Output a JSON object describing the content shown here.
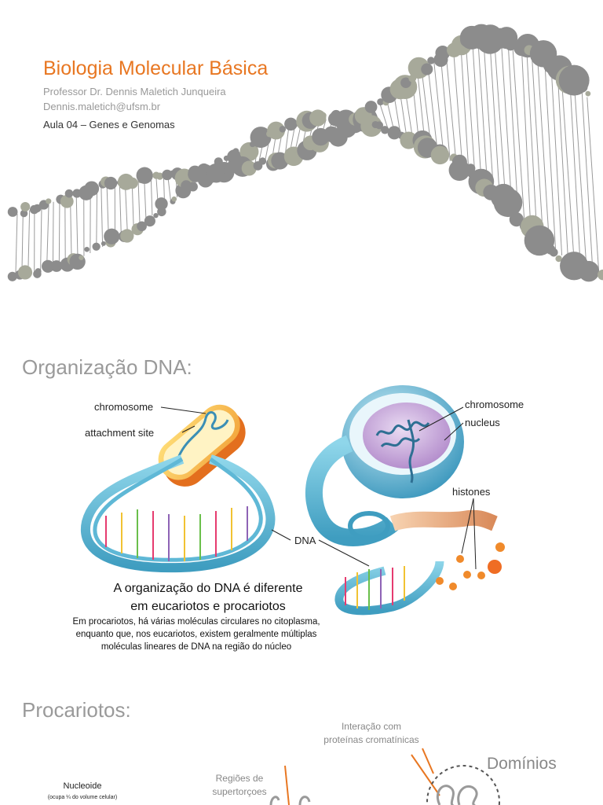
{
  "slide1": {
    "title": "Biologia Molecular Básica",
    "professor": "Professor Dr. Dennis Maletich Junqueira",
    "email": "Dennis.maletich@ufsm.br",
    "lesson": "Aula 04 – Genes e Genomas",
    "colors": {
      "accent": "#e87722",
      "helix": "#8c8c8c",
      "node_light": "#a7a99a"
    }
  },
  "slide2": {
    "section_title": "Organização DNA:",
    "labels": {
      "chromosome_left": "chromosome",
      "attachment_site": "attachment site",
      "chromosome_right": "chromosome",
      "nucleus": "nucleus",
      "histones": "histones",
      "dna": "DNA"
    },
    "caption_main_line1": "A organização do DNA é diferente",
    "caption_main_line2": "em eucariotos e procariotos",
    "caption_small_line1": "Em procariotos, há várias moléculas circulares no citoplasma,",
    "caption_small_line2": "enquanto que, nos eucariotos, existem geralmente múltiplas",
    "caption_small_line3": "moléculas lineares de DNA na região do núcleo"
  },
  "slide3": {
    "section_title": "Procariotos:",
    "interaction_line1": "Interação com",
    "interaction_line2": "proteínas cromatínicas",
    "domains": "Domínios",
    "supercoil_line1": "Regiões de",
    "supercoil_line2": "supertorçoes",
    "nucleoid": "Nucleoide",
    "nucleoid_note": "(ocupa ¼ do volume celular)"
  }
}
